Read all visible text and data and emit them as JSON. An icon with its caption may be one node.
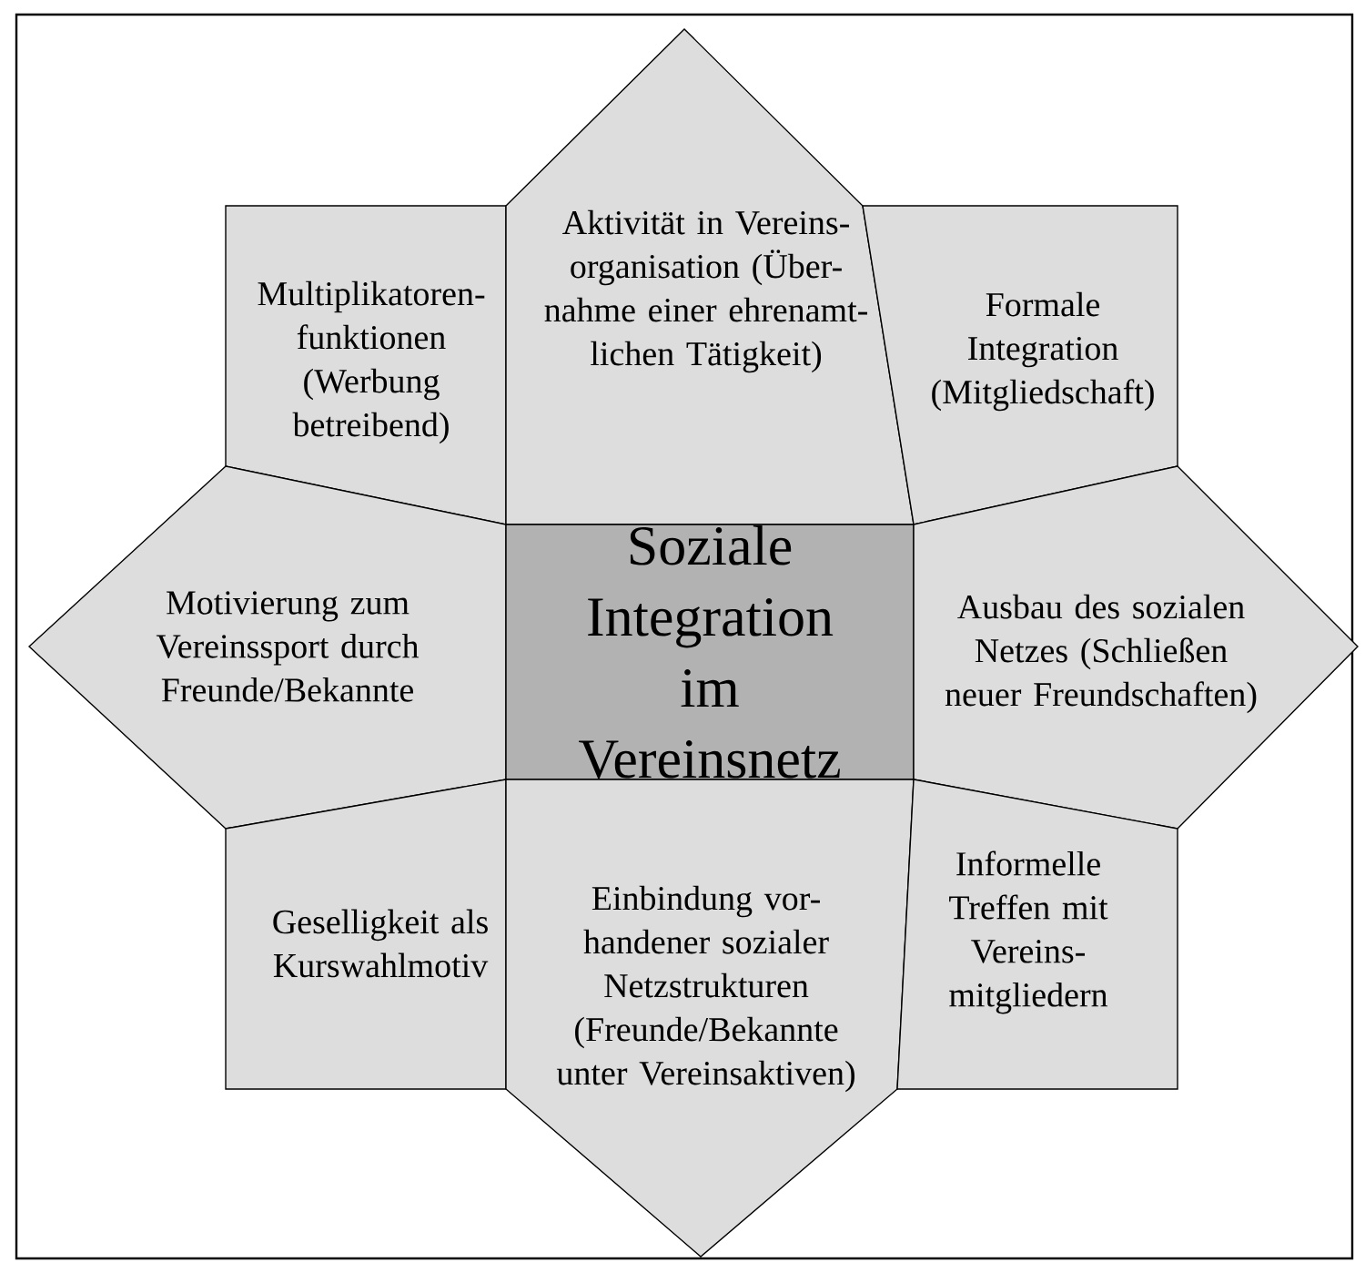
{
  "diagram": {
    "nodes": [
      {
        "text": [
          "Multiplikatoren- funktionen (Werbung betreibend)"
        ]
      },
      {
        "text": [
          "Aktivität in Vereins- organisation (Über- nahme einer ehrenamt- lichen Tätigkeit)"
        ]
      },
      {
        "text": [
          "Formale Integration (Mitgliedschaft)"
        ]
      },
      {
        "text": [
          "Motivierung zum Vereinssport durch Freunde/Bekannte"
        ]
      },
      {
        "text": [
          "Soziale Integration im Vereinsnetz"
        ]
      },
      {
        "text": [
          "Ausbau des sozialen Netzes (Schließen neuer Freundschaften)"
        ]
      },
      {
        "text": [
          "Geselligkeit als Kurswahlmotiv"
        ]
      },
      {
        "text": [
          "Einbindung vor- handener sozialer Netzstrukturen (Freunde/Bekannte unter Vereinsaktiven)"
        ]
      },
      {
        "text": [
          "Informelle Treffen mit Vereins- mitgliedern"
        ]
      }
    ]
  }
}
